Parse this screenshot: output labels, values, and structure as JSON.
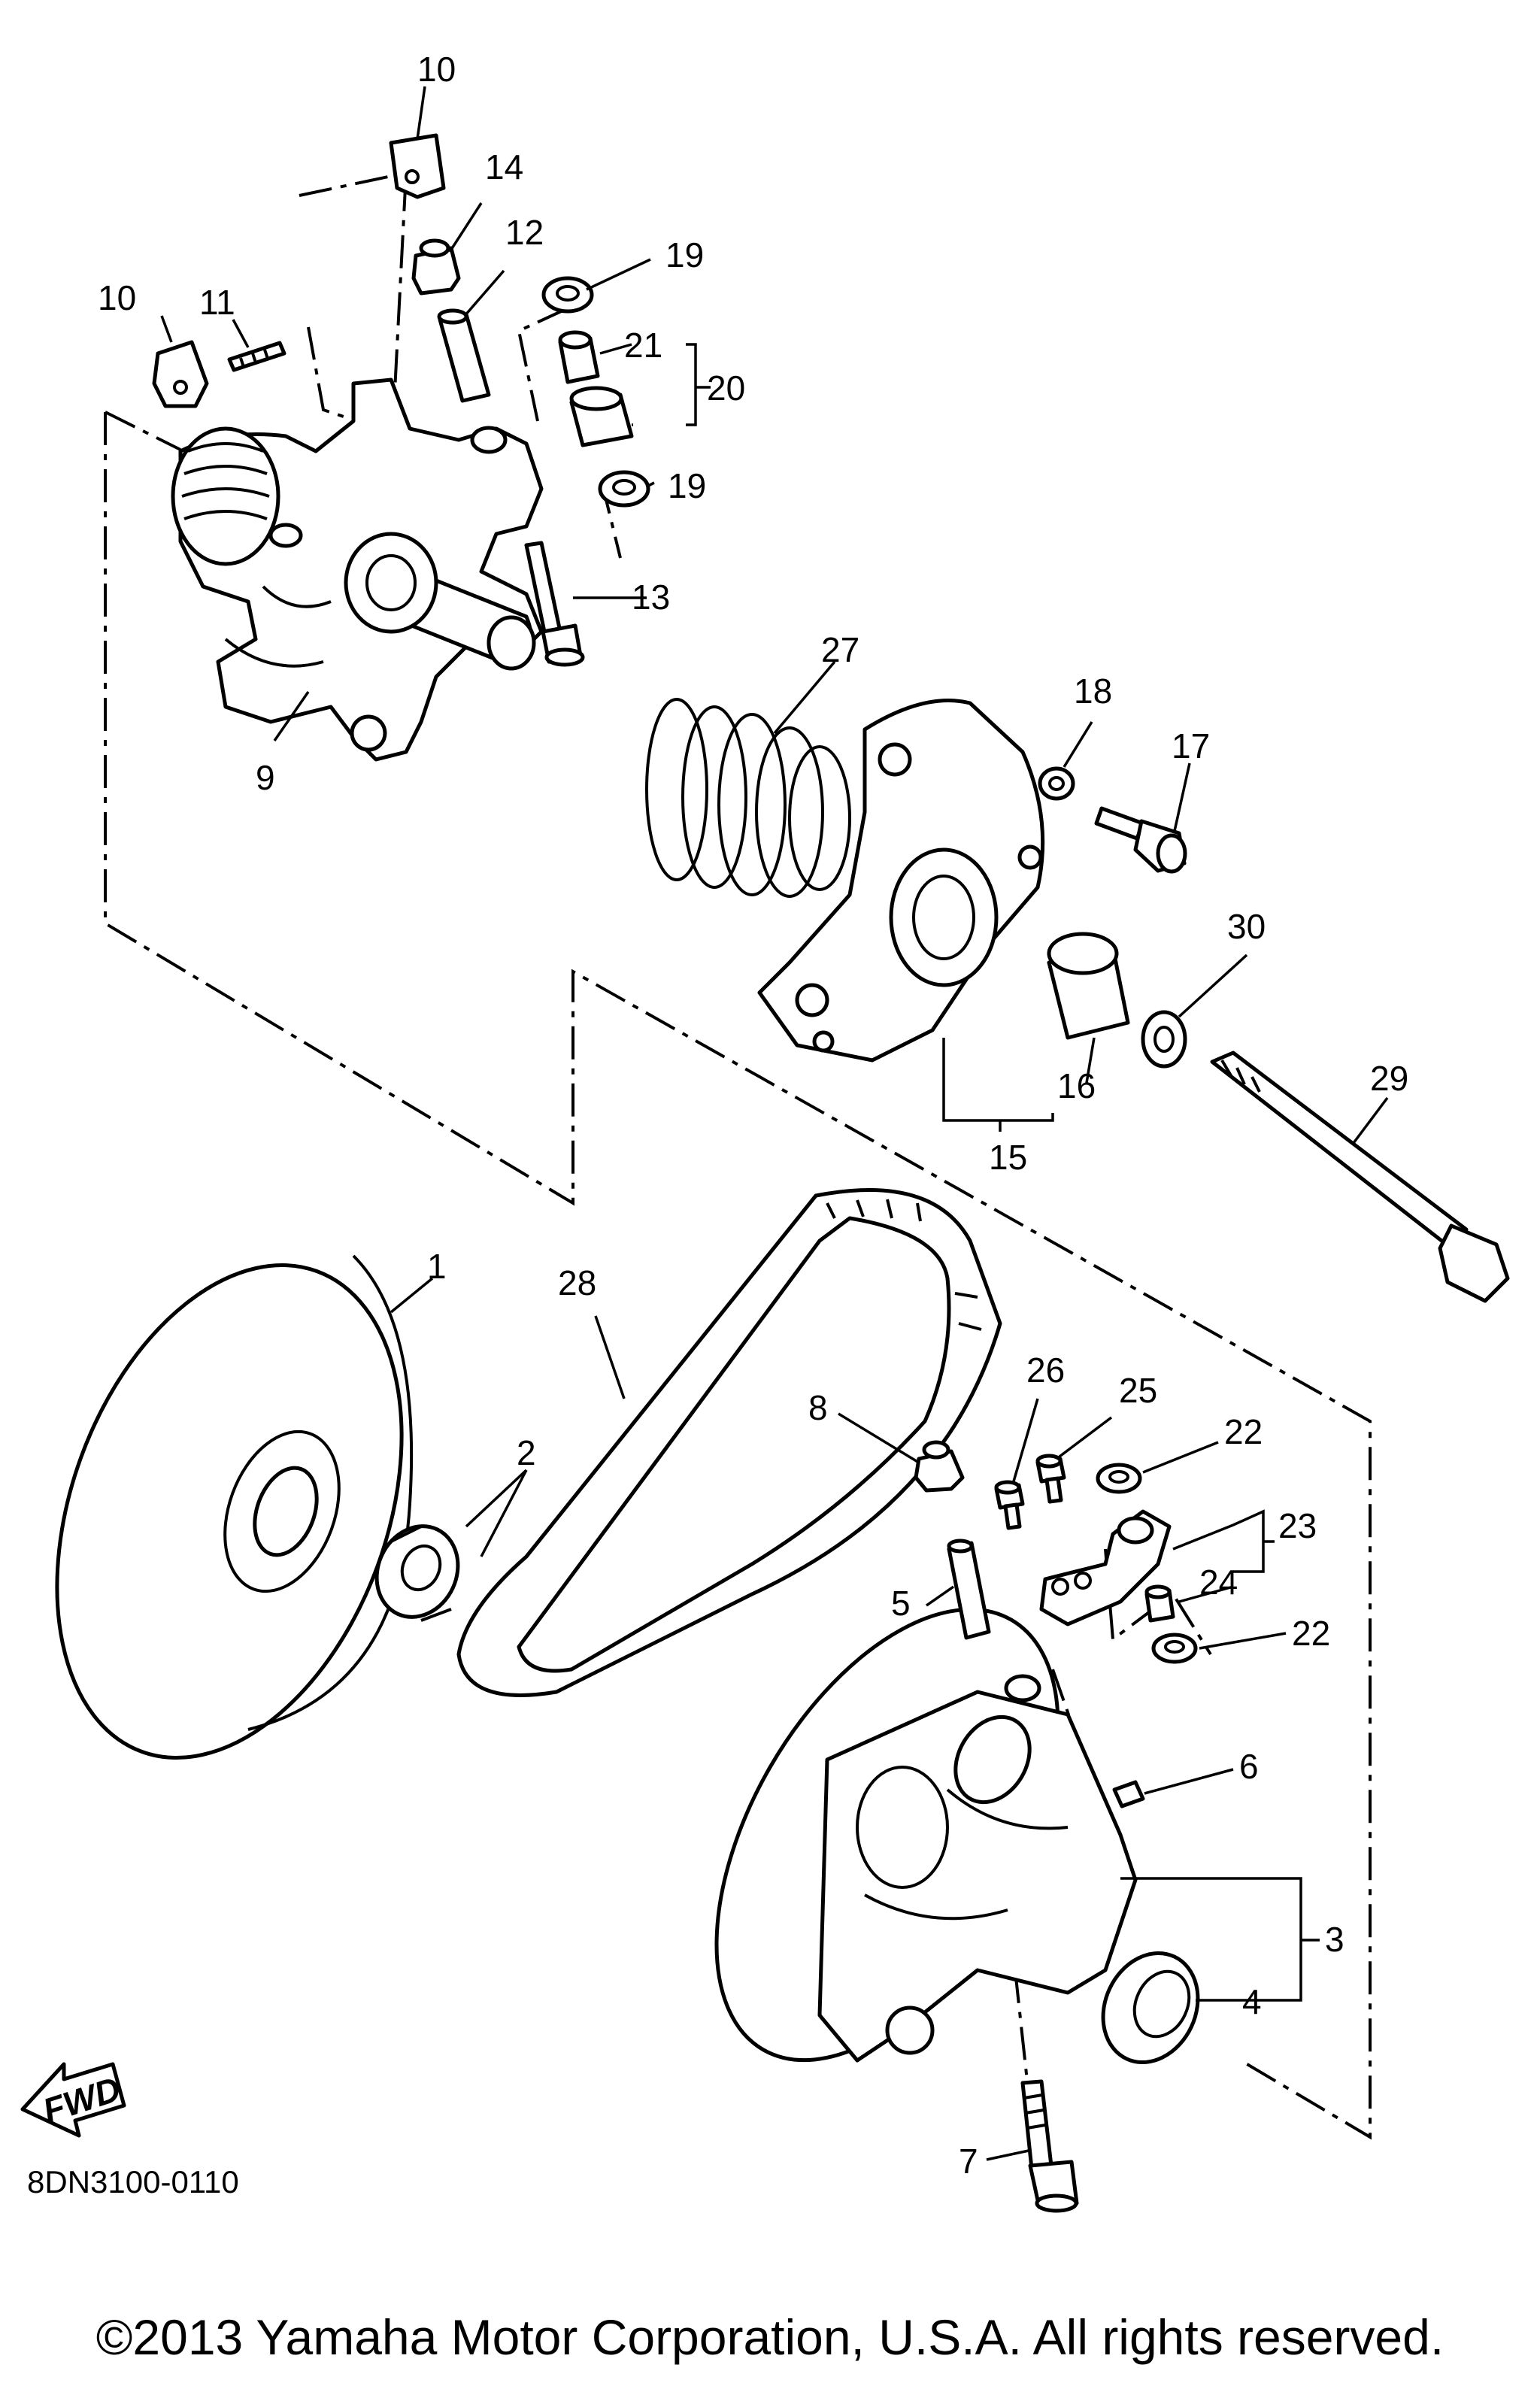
{
  "drawing_code": "8DN3100-0110",
  "copyright": "©2013 Yamaha Motor Corporation, U.S.A. All rights reserved.",
  "fwd_label": "FWD",
  "callouts": {
    "c1": "1",
    "c2": "2",
    "c3": "3",
    "c4": "4",
    "c5": "5",
    "c6": "6",
    "c7": "7",
    "c8": "8",
    "c9": "9",
    "c10a": "10",
    "c10b": "10",
    "c11": "11",
    "c12": "12",
    "c13": "13",
    "c14": "14",
    "c15": "15",
    "c16": "16",
    "c17": "17",
    "c18": "18",
    "c19a": "19",
    "c19b": "19",
    "c20": "20",
    "c21": "21",
    "c22a": "22",
    "c22b": "22",
    "c23": "23",
    "c24": "24",
    "c25": "25",
    "c26": "26",
    "c27": "27",
    "c28": "28",
    "c29": "29",
    "c30": "30"
  }
}
